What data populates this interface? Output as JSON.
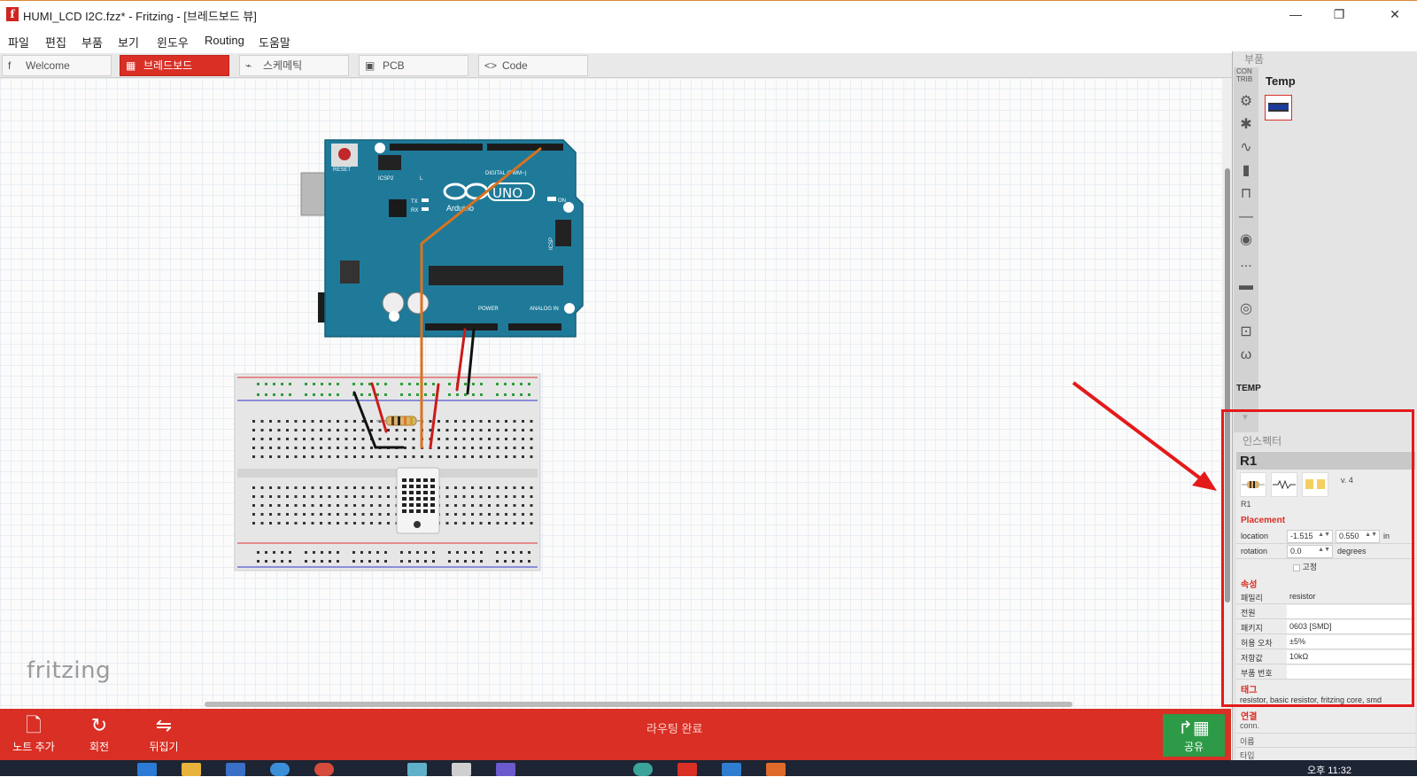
{
  "window": {
    "title": "HUMI_LCD I2C.fzz* - Fritzing - [브레드보드 뷰]",
    "app_icon_letter": "f",
    "minimize": "—",
    "restore": "❐",
    "close": "✕"
  },
  "menu": {
    "items": [
      "파일",
      "편집",
      "부품",
      "보기",
      "윈도우",
      "Routing",
      "도움말"
    ]
  },
  "tabs": [
    {
      "label": "Welcome",
      "icon": "fritzing-f-icon",
      "glyph": "f"
    },
    {
      "label": "브레드보드",
      "icon": "breadboard-icon",
      "glyph": "▦"
    },
    {
      "label": "스케메틱",
      "icon": "schematic-icon",
      "glyph": "⌁"
    },
    {
      "label": "PCB",
      "icon": "pcb-icon",
      "glyph": "▣"
    },
    {
      "label": "Code",
      "icon": "code-icon",
      "glyph": "<>"
    }
  ],
  "canvas": {
    "logo": "fritzing",
    "arduino": {
      "reset_label": "RESET",
      "icsp2_label": "ICSP2",
      "brand": "Arduino",
      "model": "UNO",
      "digital_label": "DIGITAL (PWM~)",
      "power_label": "POWER",
      "analog_label": "ANALOG IN",
      "on_label": "ON",
      "icsp_label": "ICSP",
      "tx_label": "TX",
      "rx_label": "RX",
      "l_label": "L"
    }
  },
  "bottom": {
    "tools": [
      {
        "label": "노트 추가",
        "icon": "add-note-icon",
        "glyph": "🗋"
      },
      {
        "label": "회전",
        "icon": "rotate-icon",
        "glyph": "↻"
      },
      {
        "label": "뒤집기",
        "icon": "flip-icon",
        "glyph": "⇋"
      }
    ],
    "status": "라우팅 완료",
    "share_label": "공유",
    "share_glyph": "↱▦"
  },
  "parts": {
    "title": "부품",
    "contrib": "CON TRIB",
    "bin_name": "Temp",
    "bin_label": "TEMP",
    "more": "..."
  },
  "inspector": {
    "title": "인스펙터",
    "part_title": "R1",
    "version": "v. 4",
    "instance_label": "R1",
    "placement_title": "Placement",
    "location_label": "location",
    "location_x": "-1.515",
    "location_y": "0.550",
    "location_unit": "in",
    "rotation_label": "rotation",
    "rotation_value": "0.0",
    "rotation_unit": "degrees",
    "lock_label": "고정",
    "props_title": "속성",
    "props": [
      {
        "label": "패밀리",
        "value": "resistor"
      },
      {
        "label": "전원",
        "value": ""
      },
      {
        "label": "패키지",
        "value": "0603 [SMD]"
      },
      {
        "label": "허용 오차",
        "value": "±5%"
      },
      {
        "label": "저항값",
        "value": "10kΩ"
      },
      {
        "label": "부품 번호",
        "value": ""
      }
    ],
    "tags_title": "태그",
    "tags": "resistor, basic resistor, fritzing core, smd",
    "conn_title": "연결",
    "conn_rows": [
      "conn.",
      "이름",
      "타입"
    ]
  },
  "taskbar": {
    "clock": "오후 11:32"
  },
  "colors": {
    "accent": "#d92f25",
    "share": "#2d9a47",
    "annotation": "#e41a1a",
    "arduino": "#1f7a99"
  }
}
